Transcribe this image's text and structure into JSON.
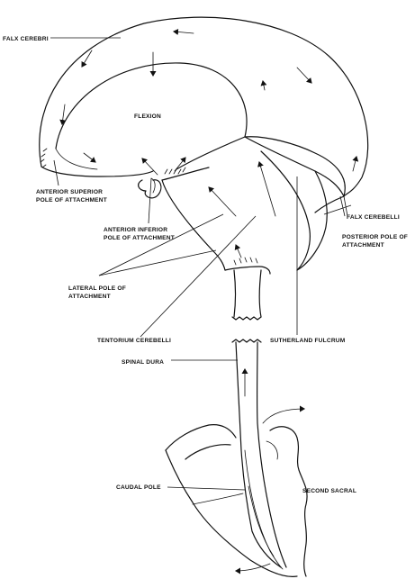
{
  "labels": {
    "falx_cerebri": "FALX CEREBRI",
    "flexion": "FLEXION",
    "anterior_superior_1": "ANTERIOR SUPERIOR",
    "anterior_superior_2": "POLE OF ATTACHMENT",
    "anterior_inferior_1": "ANTERIOR INFERIOR",
    "anterior_inferior_2": "POLE OF ATTACHMENT",
    "falx_cerebelli": "FALX CEREBELLI",
    "posterior_pole_1": "POSTERIOR POLE OF",
    "posterior_pole_2": "ATTACHMENT",
    "lateral_pole_1": "LATERAL POLE OF",
    "lateral_pole_2": "ATTACHMENT",
    "tentorium": "TENTORIUM CEREBELLI",
    "sutherland": "SUTHERLAND FULCRUM",
    "spinal_dura": "SPINAL DURA",
    "caudal_pole": "CAUDAL POLE",
    "second_sacral": "SECOND SACRAL"
  },
  "colors": {
    "ink": "#111111",
    "paper": "#ffffff"
  },
  "icons": [
    "motion-arrow-icon"
  ]
}
